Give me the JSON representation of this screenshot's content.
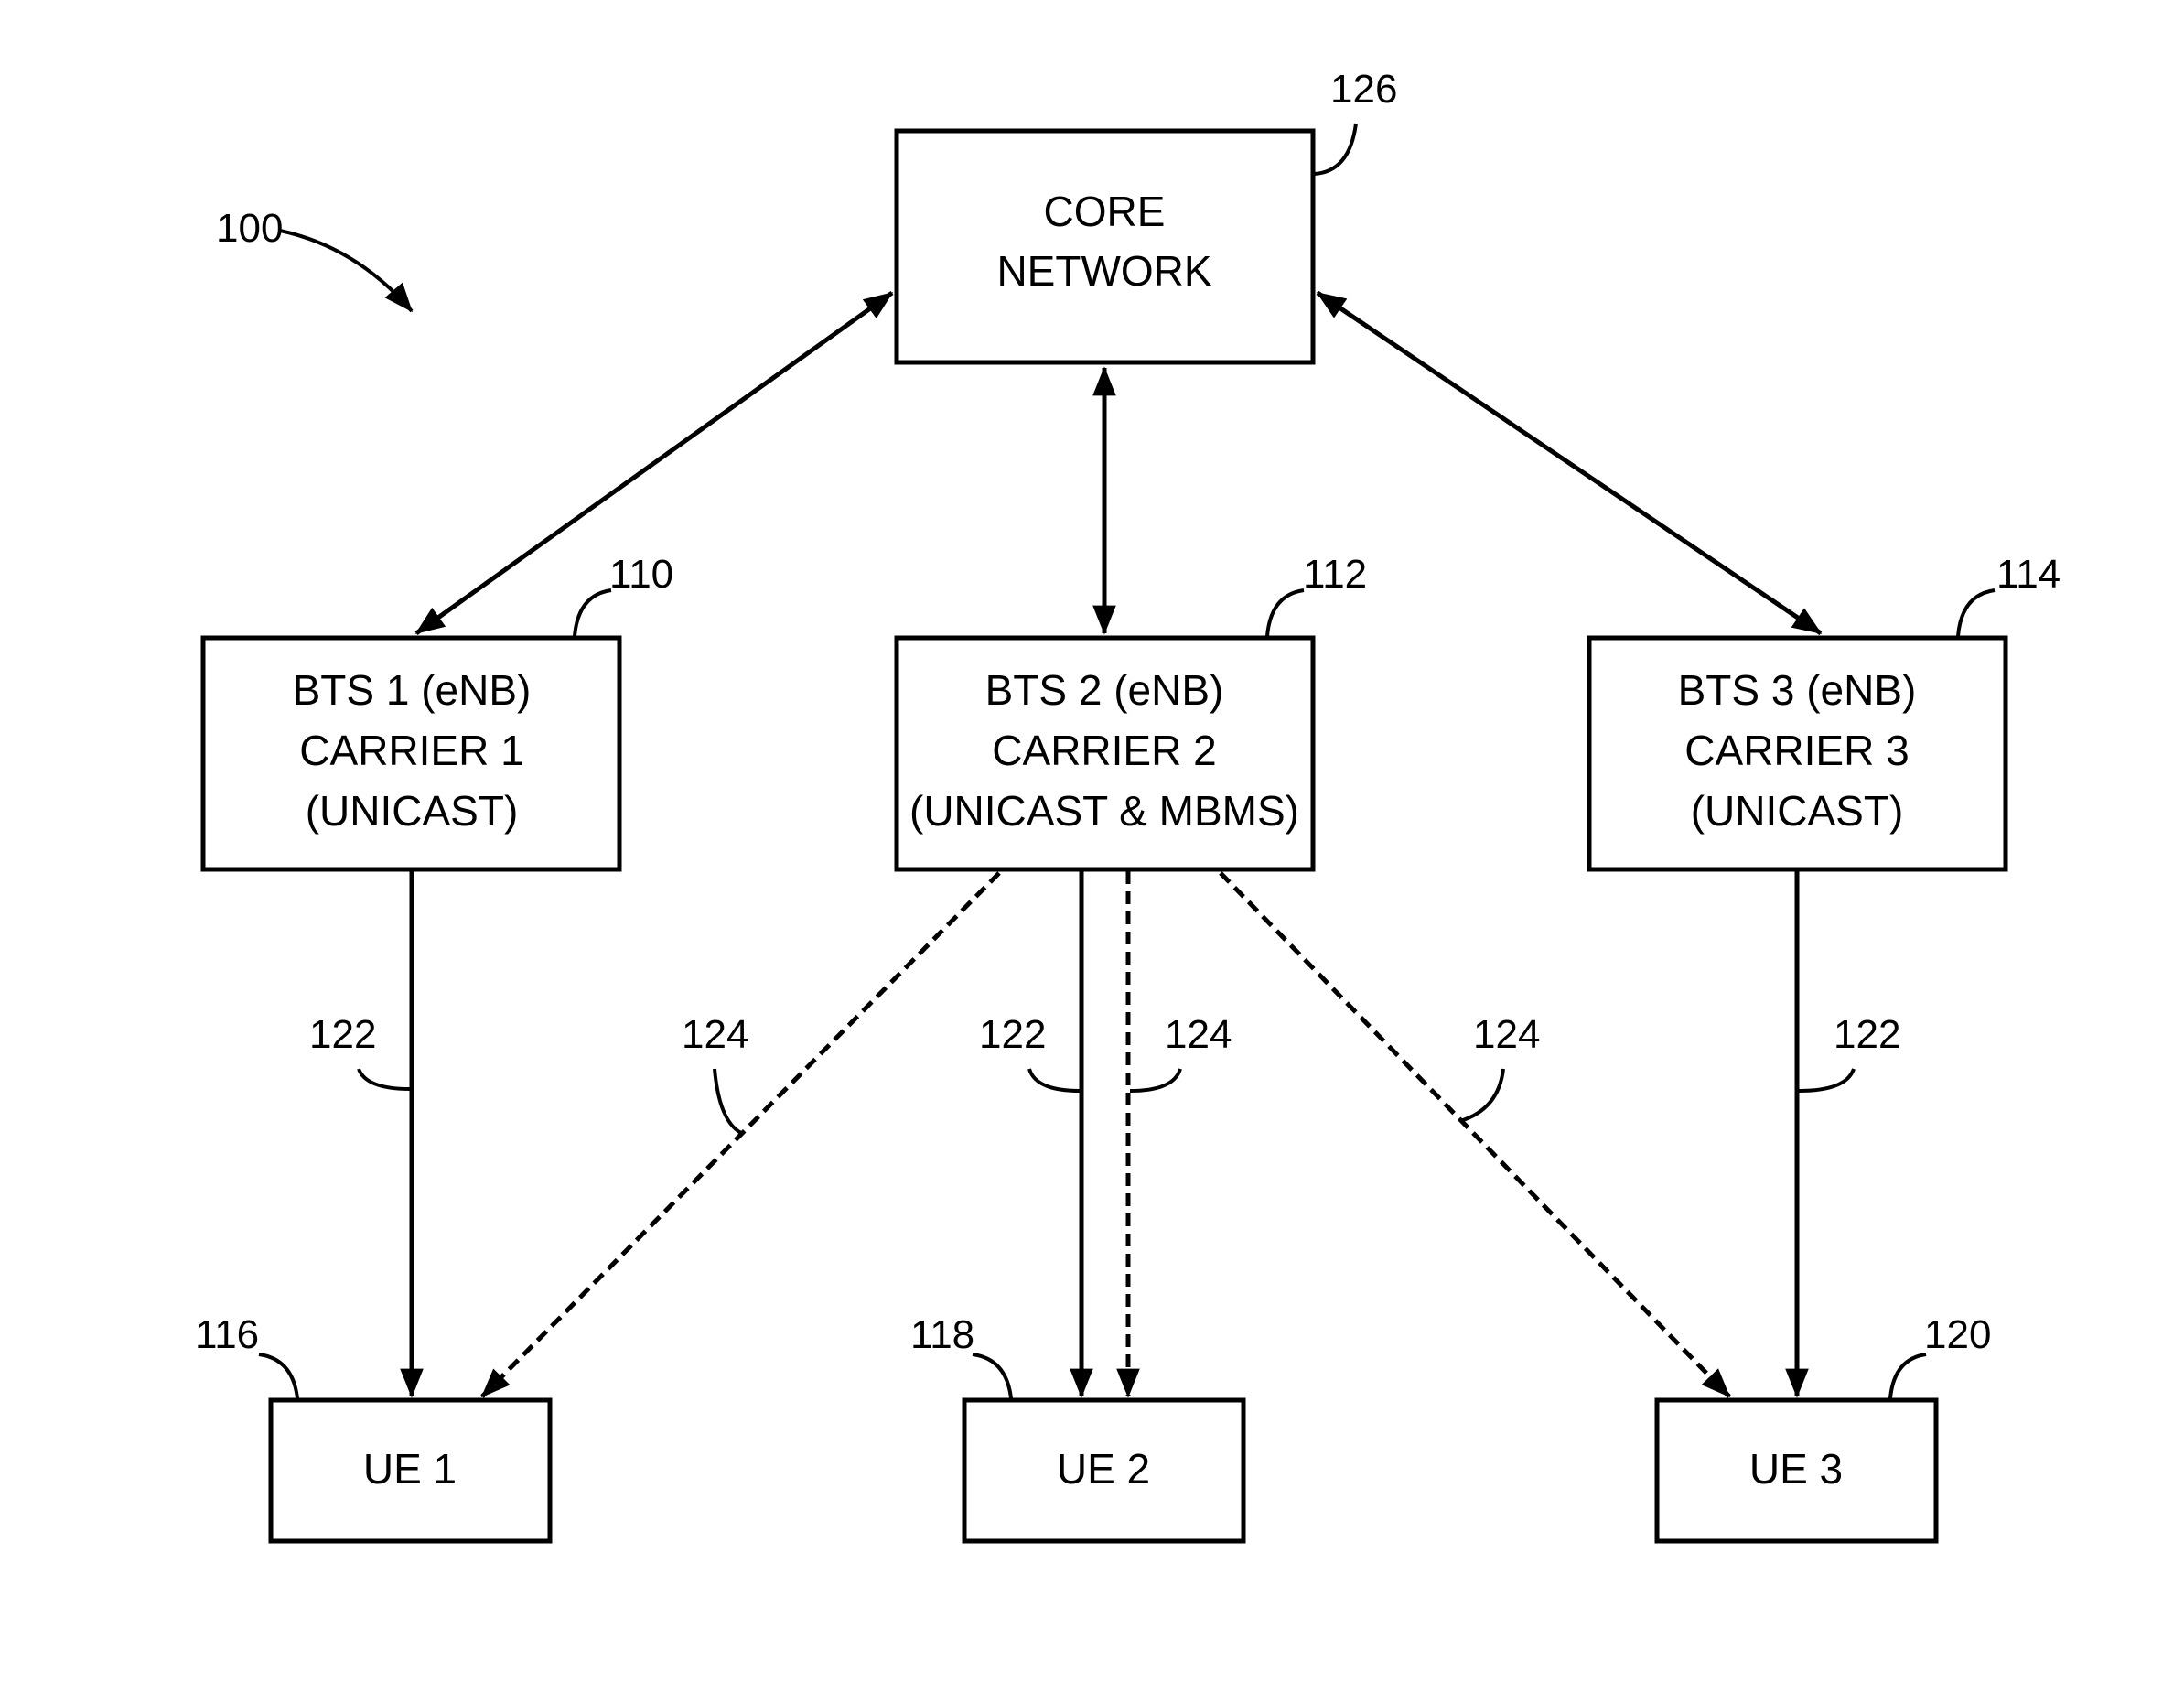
{
  "figure_ref": "100",
  "nodes": {
    "core": {
      "lines": [
        "CORE",
        "NETWORK"
      ],
      "ref": "126"
    },
    "bts1": {
      "lines": [
        "BTS 1 (eNB)",
        "CARRIER 1",
        "(UNICAST)"
      ],
      "ref": "110"
    },
    "bts2": {
      "lines": [
        "BTS 2 (eNB)",
        "CARRIER 2",
        "(UNICAST & MBMS)"
      ],
      "ref": "112"
    },
    "bts3": {
      "lines": [
        "BTS 3 (eNB)",
        "CARRIER 3",
        "(UNICAST)"
      ],
      "ref": "114"
    },
    "ue1": {
      "label": "UE 1",
      "ref": "116"
    },
    "ue2": {
      "label": "UE 2",
      "ref": "118"
    },
    "ue3": {
      "label": "UE 3",
      "ref": "120"
    }
  },
  "links": {
    "bts1_ue1": {
      "ref": "122"
    },
    "bts2_ue1": {
      "ref": "124"
    },
    "bts2_ue2_unicast": {
      "ref": "122"
    },
    "bts2_ue2_mbms": {
      "ref": "124"
    },
    "bts2_ue3": {
      "ref": "124"
    },
    "bts3_ue3": {
      "ref": "122"
    }
  }
}
